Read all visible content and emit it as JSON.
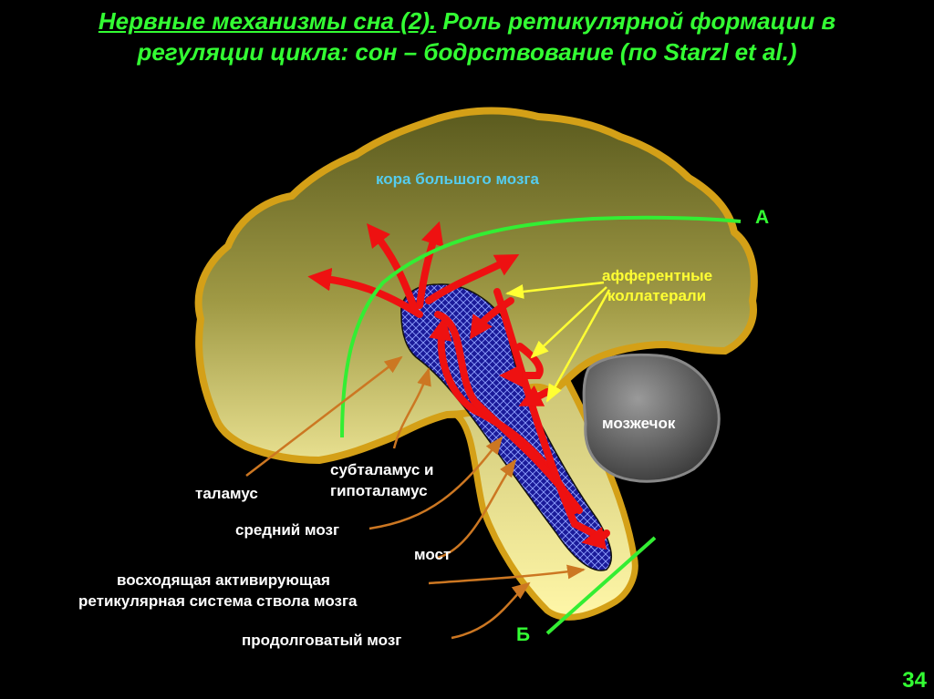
{
  "title": {
    "part1": "Нервные механизмы сна (2).",
    "part2": " Роль ретикулярной формации в",
    "line2": "регуляции цикла: сон – бодрствование (по Starzl et al.)"
  },
  "labels": {
    "cortex": "кора большого мозга",
    "cerebellum": "мозжечок",
    "afferent1": "афферентные",
    "afferent2": "коллатерали",
    "thalamus": "таламус",
    "subthal1": "субталамус и",
    "subthal2": "гипоталамус",
    "midbrain": "средний мозг",
    "pons": "мост",
    "aras1": "восходящая активирующая",
    "aras2": "ретикулярная система ствола мозга",
    "medulla": "продолговатый мозг",
    "markA": "А",
    "markB": "Б"
  },
  "page_number": "34",
  "colors": {
    "background": "#000000",
    "title": "#33ff33",
    "brain_outline": "#d4a017",
    "reticular": "#1a1a99",
    "arrows": "#ee1111",
    "green_line": "#33ee33",
    "collateral_lines": "#ffff33",
    "pointer_lines": "#cc7722"
  }
}
